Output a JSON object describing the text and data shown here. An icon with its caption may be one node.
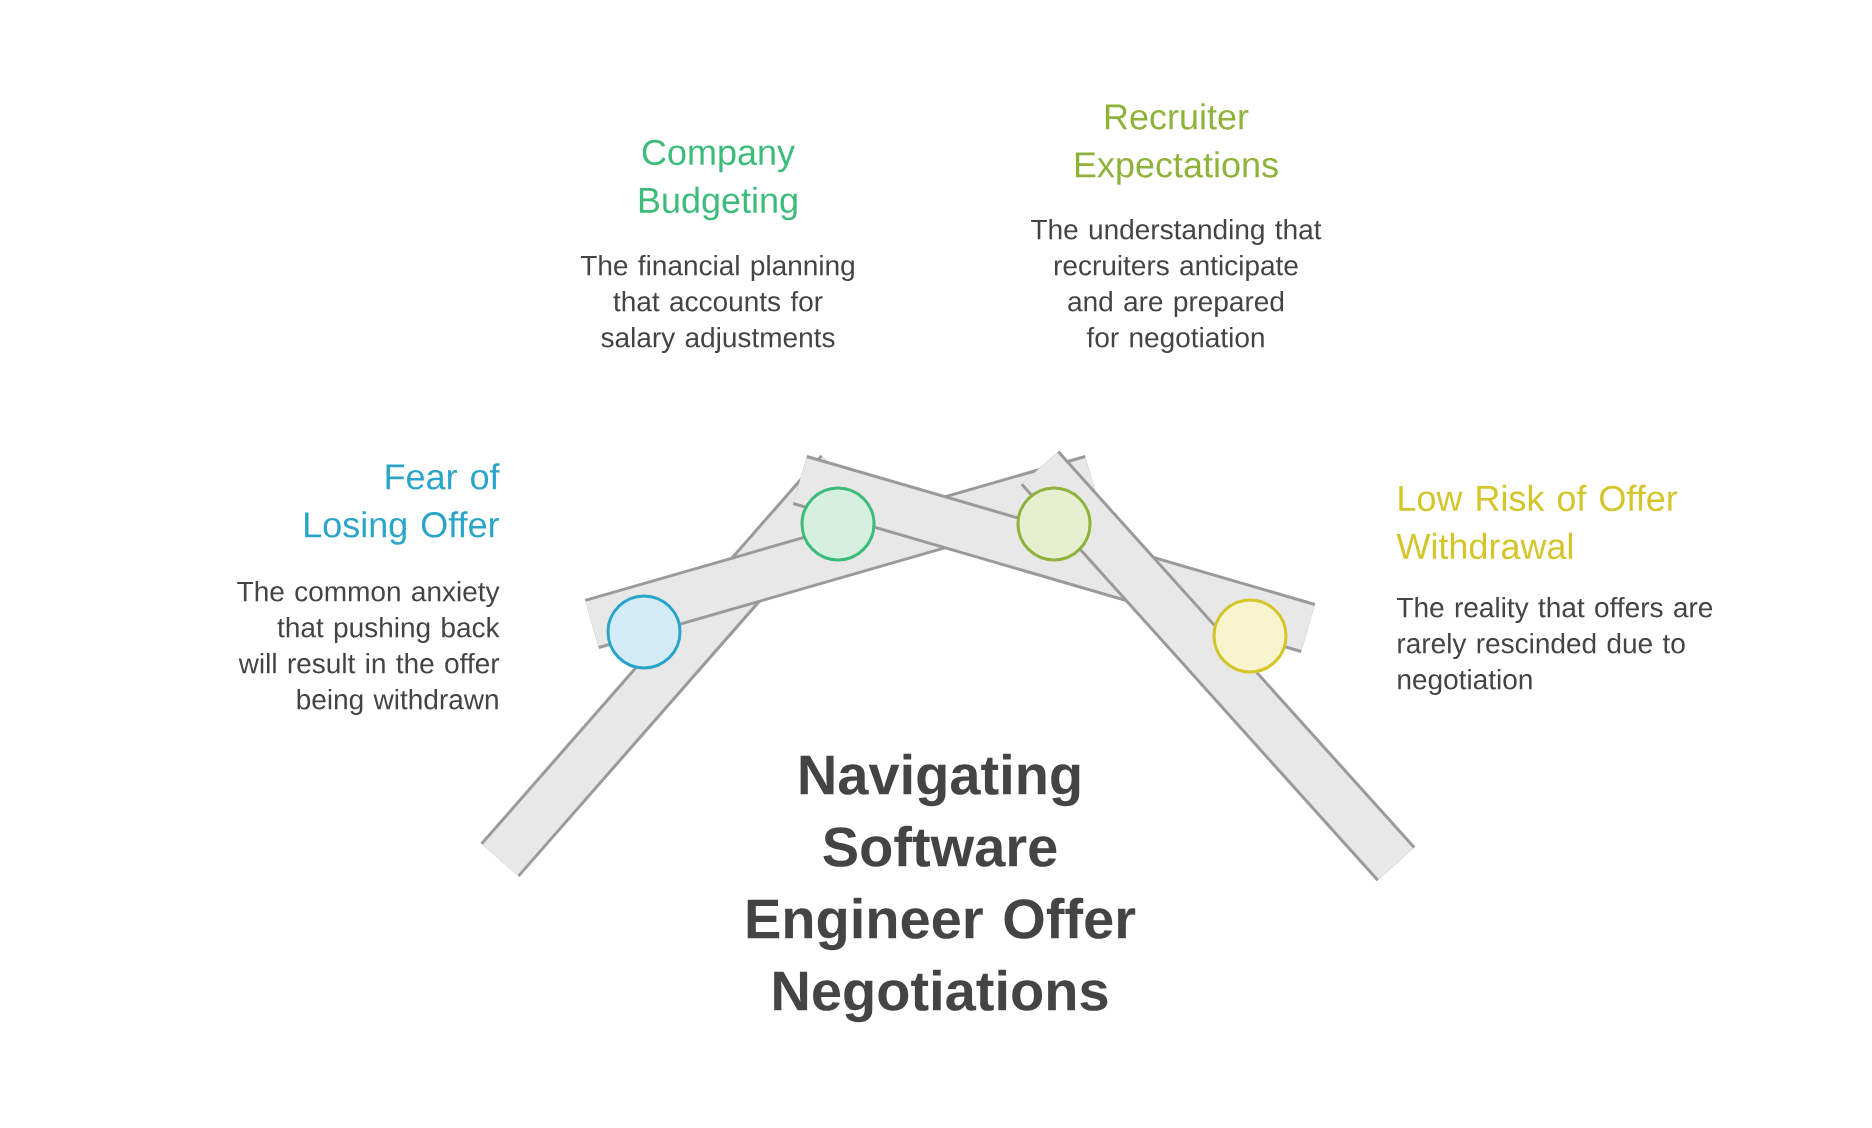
{
  "diagram": {
    "title": "Navigating Software Engineer Offer Negotiations",
    "nodes": [
      {
        "text": [],
        "shape": "circle",
        "beside": [
          "Fear of Losing Offer",
          "The common anxiety that pushing back will result in the offer being withdrawn"
        ]
      },
      {
        "text": [],
        "shape": "circle",
        "beside": [
          "Company Budgeting",
          "The financial planning that accounts for salary adjustments"
        ]
      },
      {
        "text": [],
        "shape": "circle",
        "beside": [
          "Recruiter Expectations",
          "The understanding that recruiters anticipate and are prepared for negotiation"
        ]
      },
      {
        "text": [],
        "shape": "circle",
        "beside": [
          "Low Risk of Offer Withdrawal",
          "The reality that offers are rarely rescinded due to negotiation"
        ]
      }
    ]
  }
}
